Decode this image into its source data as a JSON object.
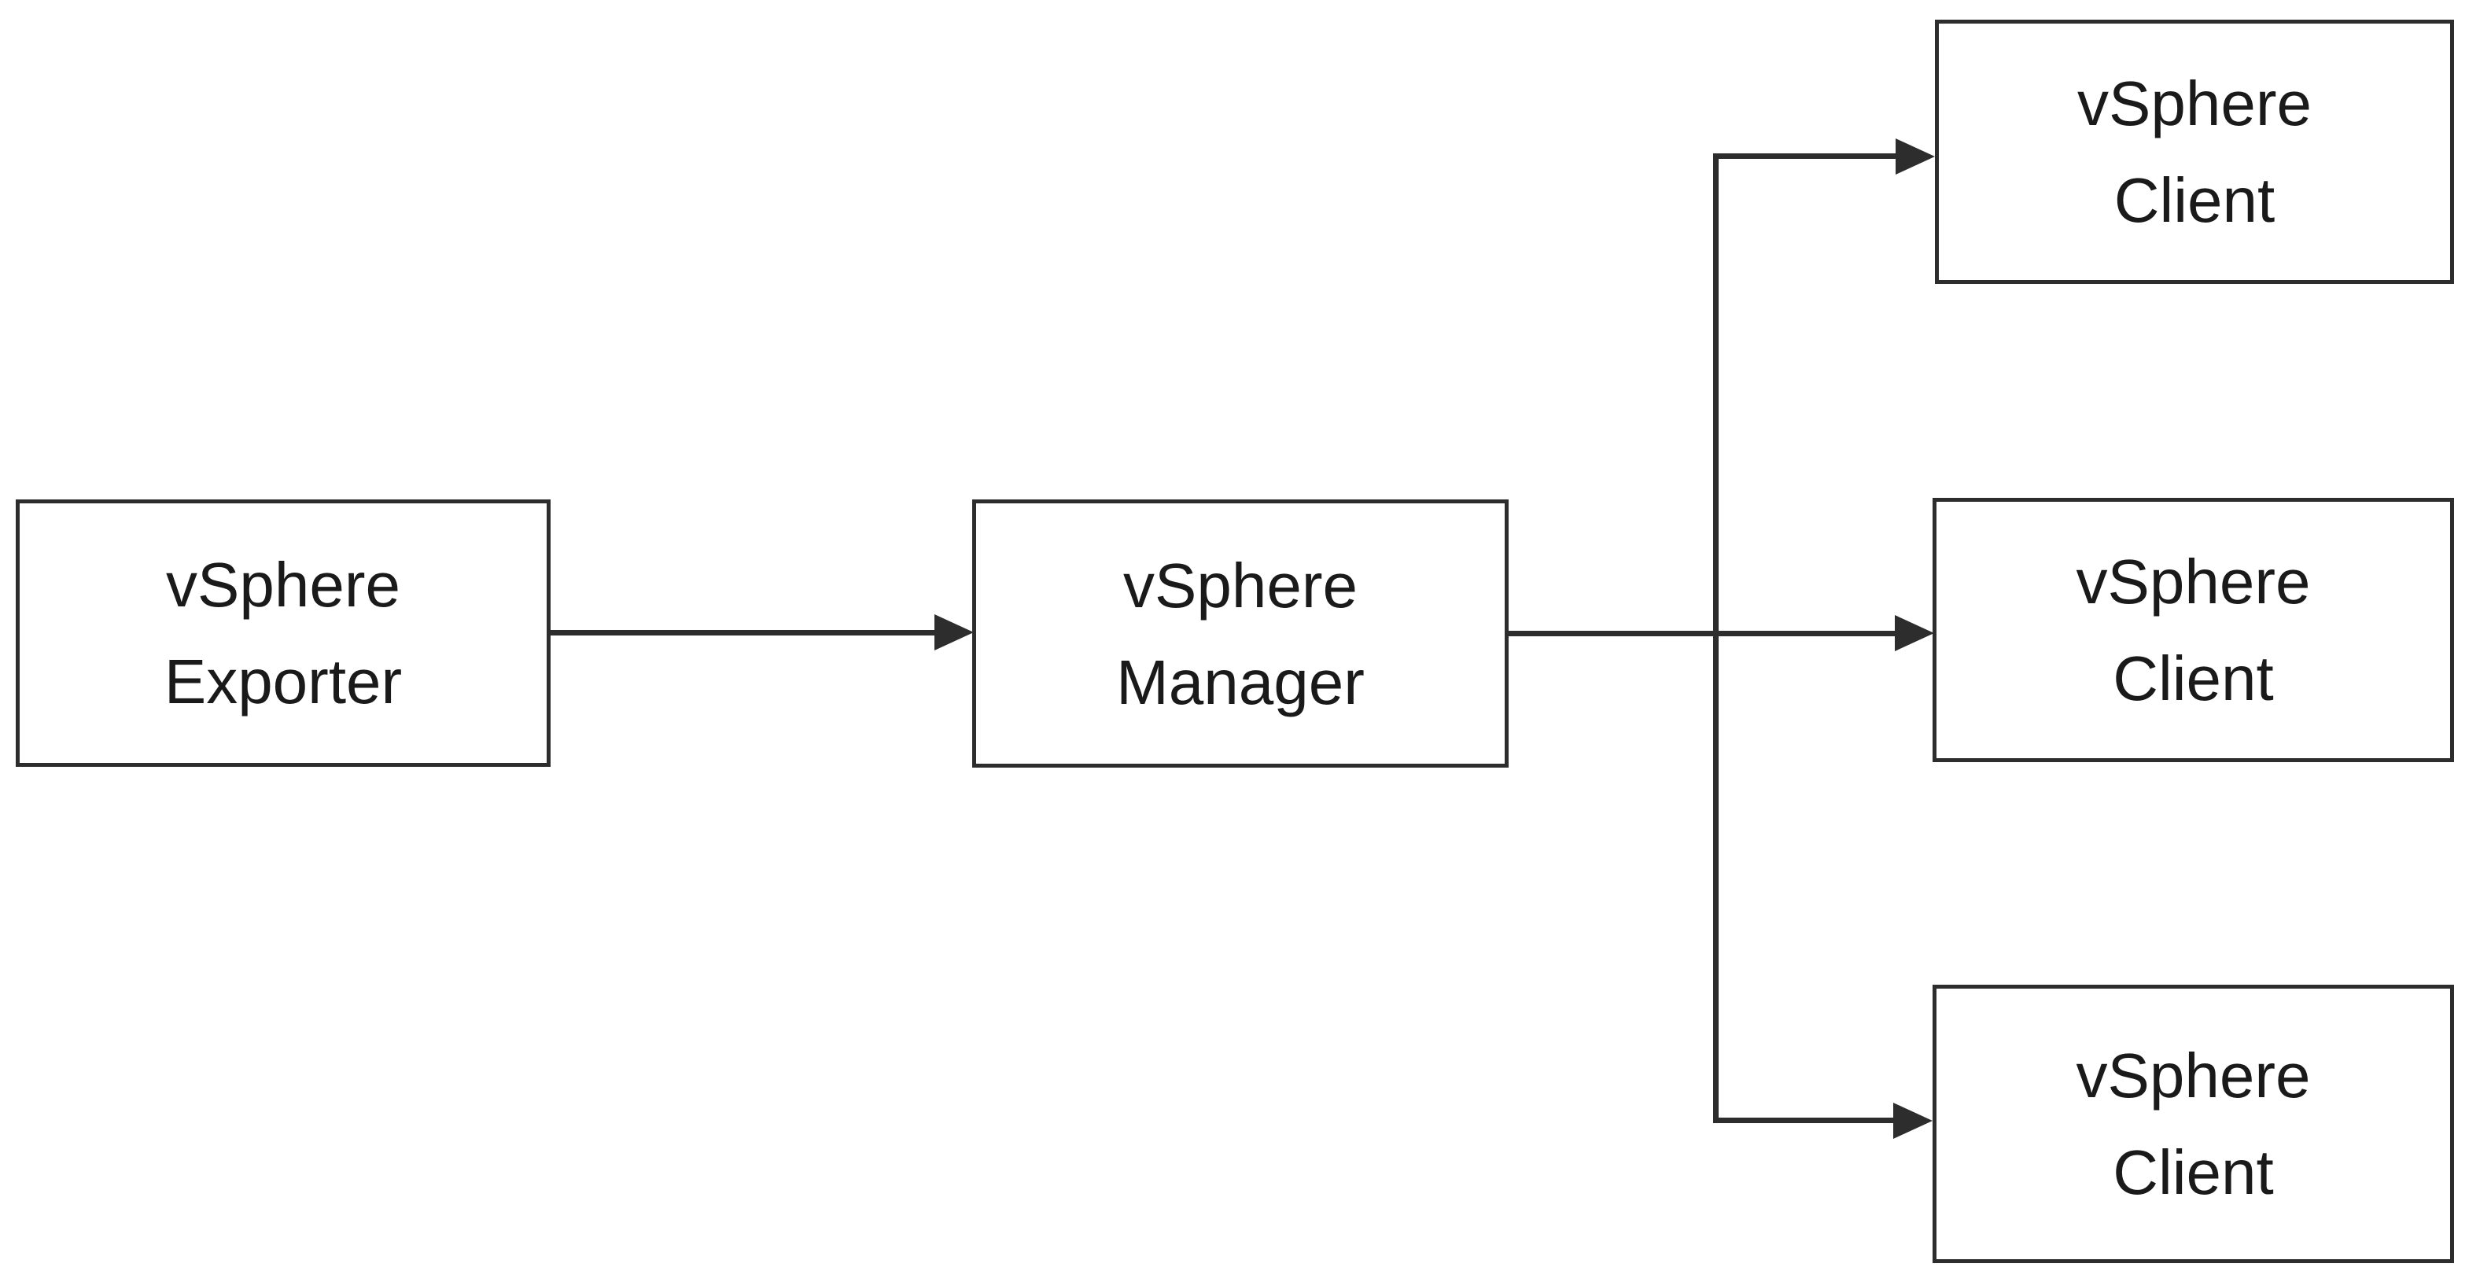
{
  "diagram": {
    "type": "flowchart",
    "background": "#ffffff",
    "colors": {
      "line": "#2d2d2d",
      "text": "#1a1a1a",
      "node_fill": "#ffffff",
      "node_border": "#2d2d2d"
    },
    "nodes": {
      "exporter": {
        "line1": "vSphere",
        "line2": "Exporter"
      },
      "manager": {
        "line1": "vSphere",
        "line2": "Manager"
      },
      "client_top": {
        "line1": "vSphere",
        "line2": "Client"
      },
      "client_middle": {
        "line1": "vSphere",
        "line2": "Client"
      },
      "client_bottom": {
        "line1": "vSphere",
        "line2": "Client"
      }
    },
    "edges": [
      {
        "from": "vSphere Exporter",
        "to": "vSphere Manager"
      },
      {
        "from": "vSphere Manager",
        "to": "vSphere Client (top)"
      },
      {
        "from": "vSphere Manager",
        "to": "vSphere Client (middle)"
      },
      {
        "from": "vSphere Manager",
        "to": "vSphere Client (bottom)"
      }
    ]
  }
}
